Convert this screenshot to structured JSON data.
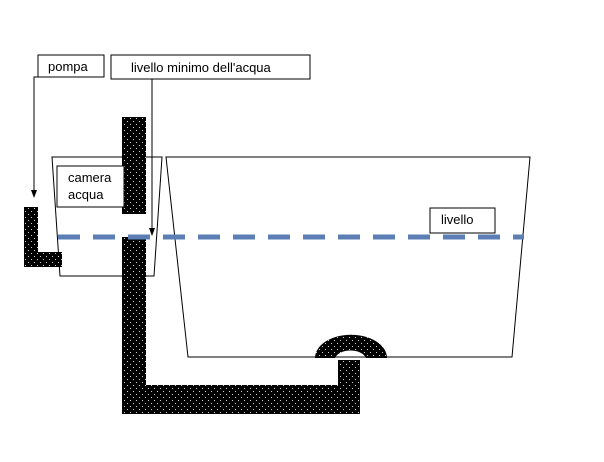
{
  "labels": {
    "pump": "pompa",
    "min_water_level": "livello minimo dell'acqua",
    "chamber_line1": "camera",
    "chamber_line2": "acqua",
    "level": "livello"
  },
  "colors": {
    "water_line": "#5B7FB4",
    "pipe": "#000000",
    "outline": "#000000",
    "background": "#ffffff"
  }
}
